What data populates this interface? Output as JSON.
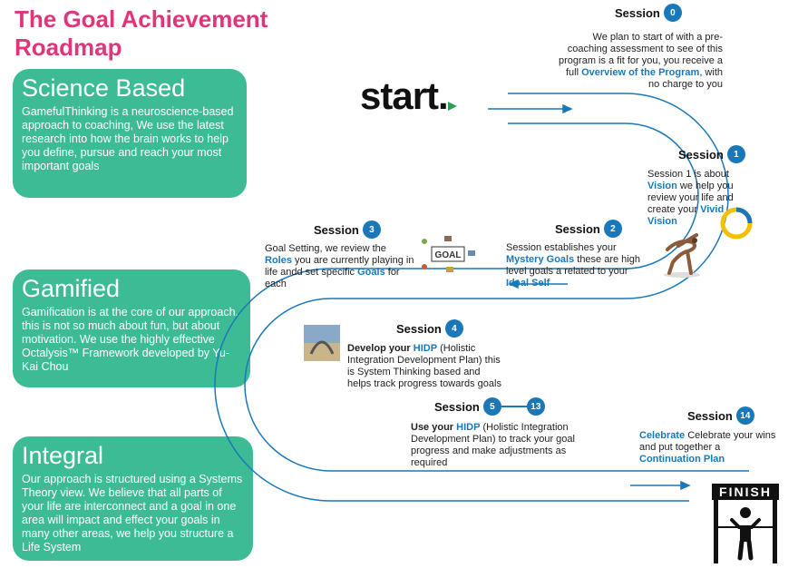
{
  "title": "The Goal Achievement Roadmap",
  "cards": [
    {
      "heading": "Science Based",
      "text": "GamefulThinking is a neuroscience-based approach to coaching,  We use the latest research into how the brain works to help you define, pursue and reach your most important goals"
    },
    {
      "heading": "Gamified",
      "text": "Gamification is at the core of our approach, this is not so much about fun, but about motivation.  We use the highly effective Octalysis™ Framework developed by Yu-Kai Chou"
    },
    {
      "heading": "Integral",
      "text": "Our approach is structured using a Systems Theory view.  We believe that all parts of your life are interconnect and a goal in one area will impact and effect your goals in many other areas, we help you structure a Life System"
    }
  ],
  "start_label": "start.",
  "finish_label": "FINISH",
  "session_word": "Session",
  "sessions": {
    "s0": {
      "num": "0",
      "t1": "We plan to start of with a pre-coaching assessment to see of this program is a fit for you, you receive a full ",
      "h1": "Overview of the Program",
      "t2": ", with no charge to you"
    },
    "s1": {
      "num": "1",
      "t1": "Session 1 is about ",
      "h1": "Vision",
      "t2": " we help you review your life and create your ",
      "h2": "Vivid Vision"
    },
    "s2": {
      "num": "2",
      "t1": "Session establishes your ",
      "h1": "Mystery Goals",
      "t2": " these are high level goals a related to your ",
      "h2": "Ideal Self"
    },
    "s3": {
      "num": "3",
      "t1": "Goal Setting, we review the ",
      "h1": "Roles",
      "t2": " you are currently playing in life andd set specific  ",
      "h2": "Goals",
      "t3": " for each"
    },
    "s4": {
      "num": "4",
      "b1": "Develop your ",
      "h1": "HIDP",
      "t2": " (Holistic Integration Development Plan) this is System Thinking based and helps track progress towards goals"
    },
    "s5": {
      "num_a": "5",
      "num_b": "13",
      "b1": "Use your ",
      "h1": "HIDP",
      "t2": " (Holistic Integration Development Plan) to track your goal progress and make adjustments as required"
    },
    "s14": {
      "num": "14",
      "h1": "Celebrate",
      "t1": " Celebrate your wins and put together a ",
      "h2": "Continuation Plan"
    }
  },
  "colors": {
    "accent_pink": "#e0357a",
    "card_green": "#3dbb95",
    "road_blue": "#1a78b8"
  },
  "icons": [
    "start-arrow-icon",
    "vivid-vision-icon",
    "dancers-image",
    "goal-setting-icon",
    "hidp-image",
    "finish-line-icon"
  ]
}
